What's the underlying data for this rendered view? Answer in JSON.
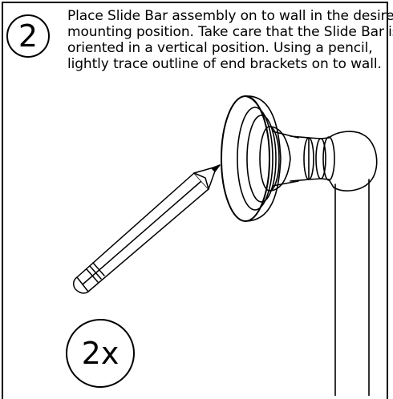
{
  "step": {
    "number": "2",
    "lines": [
      "Place Slide Bar assembly on to wall in the desired",
      "mounting position. Take care that the Slide Bar is",
      "oriented in a vertical position. Using a pencil,",
      "lightly trace outline of end brackets on to wall."
    ]
  },
  "quantity": "2x",
  "illustration": {
    "subject": "pencil tracing outline of slide bar end bracket on wall",
    "line_color": "#000000",
    "background_color": "#ffffff"
  }
}
